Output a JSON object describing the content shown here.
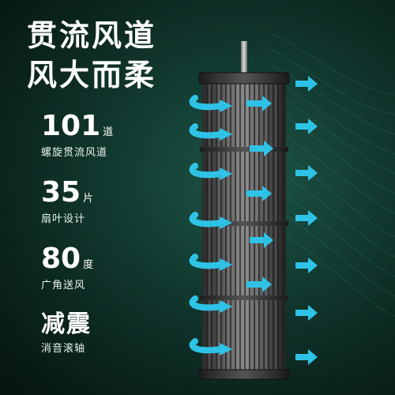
{
  "headline": {
    "line1": "贯流风道",
    "line2": "风大而柔"
  },
  "specs": [
    {
      "value": "101",
      "unit": "道",
      "label": "螺旋贯流风道"
    },
    {
      "value": "35",
      "unit": "片",
      "label": "扇叶设计"
    },
    {
      "value": "80",
      "unit": "度",
      "label": "广角送风"
    },
    {
      "value": "减震",
      "unit": "",
      "label": "消音滚轴"
    }
  ],
  "colors": {
    "arrow": "#2ec3e6",
    "arrow_light": "#6fe3f7",
    "accent_wave": "#4fb39a"
  },
  "icons": [
    "curved-airflow-arrow-icon",
    "straight-airflow-arrow-icon"
  ]
}
